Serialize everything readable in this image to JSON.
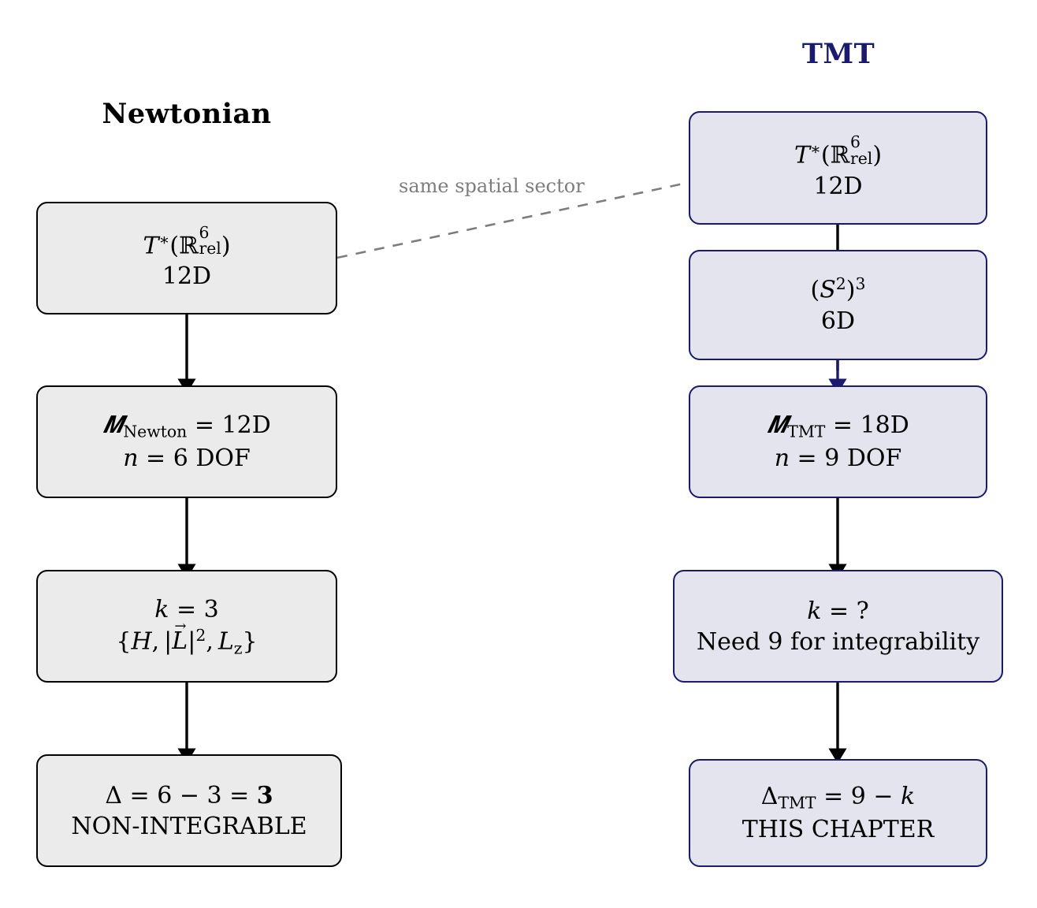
{
  "diagram": {
    "title_left": "Newtonian",
    "title_right": "TMT",
    "accent_navy": "#1a1a6e",
    "left_fill": "#ebebeb",
    "right_fill": "#e4e4ef",
    "connector_label": "same spatial sector",
    "connector_style": "dashed",
    "connector_color": "#7d7d7d"
  },
  "left_column": {
    "boxes": [
      {
        "id": "phase-space",
        "line1_plain": "T*(R^6_rel)",
        "line2": "12D"
      },
      {
        "id": "manifold",
        "line1_plain": "M_Newton = 12D",
        "line2_plain": "n = 6 DOF",
        "manifold_symbol": "M",
        "manifold_subscript": "Newton",
        "manifold_dim": "12D",
        "dof_var": "n",
        "dof_count": "6",
        "dof_label": "DOF"
      },
      {
        "id": "conserved",
        "line1_plain": "k = 3",
        "k_var": "k",
        "k_value": "3",
        "line2_plain": "{H, |L|^2, L_z}"
      },
      {
        "id": "verdict",
        "line1_plain": "Δ = 6 − 3 = 3",
        "delta_symbol": "Δ",
        "delta_a": "6",
        "delta_b": "3",
        "delta_result": "3",
        "line2": "NON-INTEGRABLE"
      }
    ]
  },
  "right_column": {
    "boxes": [
      {
        "id": "phase-space",
        "line1_plain": "T*(R^6_rel)",
        "line2": "12D"
      },
      {
        "id": "spin-sector",
        "line1_plain": "(S^2)^3",
        "line2": "6D"
      },
      {
        "id": "manifold",
        "line1_plain": "M_TMT = 18D",
        "line2_plain": "n = 9 DOF",
        "manifold_symbol": "M",
        "manifold_subscript": "TMT",
        "manifold_dim": "18D",
        "dof_var": "n",
        "dof_count": "9",
        "dof_label": "DOF"
      },
      {
        "id": "conserved",
        "line1_plain": "k = ?",
        "k_var": "k",
        "k_value": "?",
        "line2": "Need 9 for integrability"
      },
      {
        "id": "verdict",
        "line1_plain": "Δ_TMT = 9 − k",
        "delta_symbol": "Δ",
        "delta_subscript": "TMT",
        "delta_a": "9",
        "delta_var": "k",
        "line2": "THIS CHAPTER"
      }
    ]
  },
  "symbols": {
    "T": "T",
    "star": "∗",
    "lparen": "(",
    "rparen": ")",
    "blackboard_R": "ℝ",
    "sup6": "6",
    "sub_rel": "rel",
    "equals": "=",
    "minus": "−",
    "S": "S",
    "sup2": "2",
    "sup3": "3",
    "brace_open": "{",
    "brace_close": "}",
    "H": "H",
    "L": "L",
    "vec_arrow": "→",
    "abs": "|",
    "comma": ",",
    "sub_z": "z"
  }
}
